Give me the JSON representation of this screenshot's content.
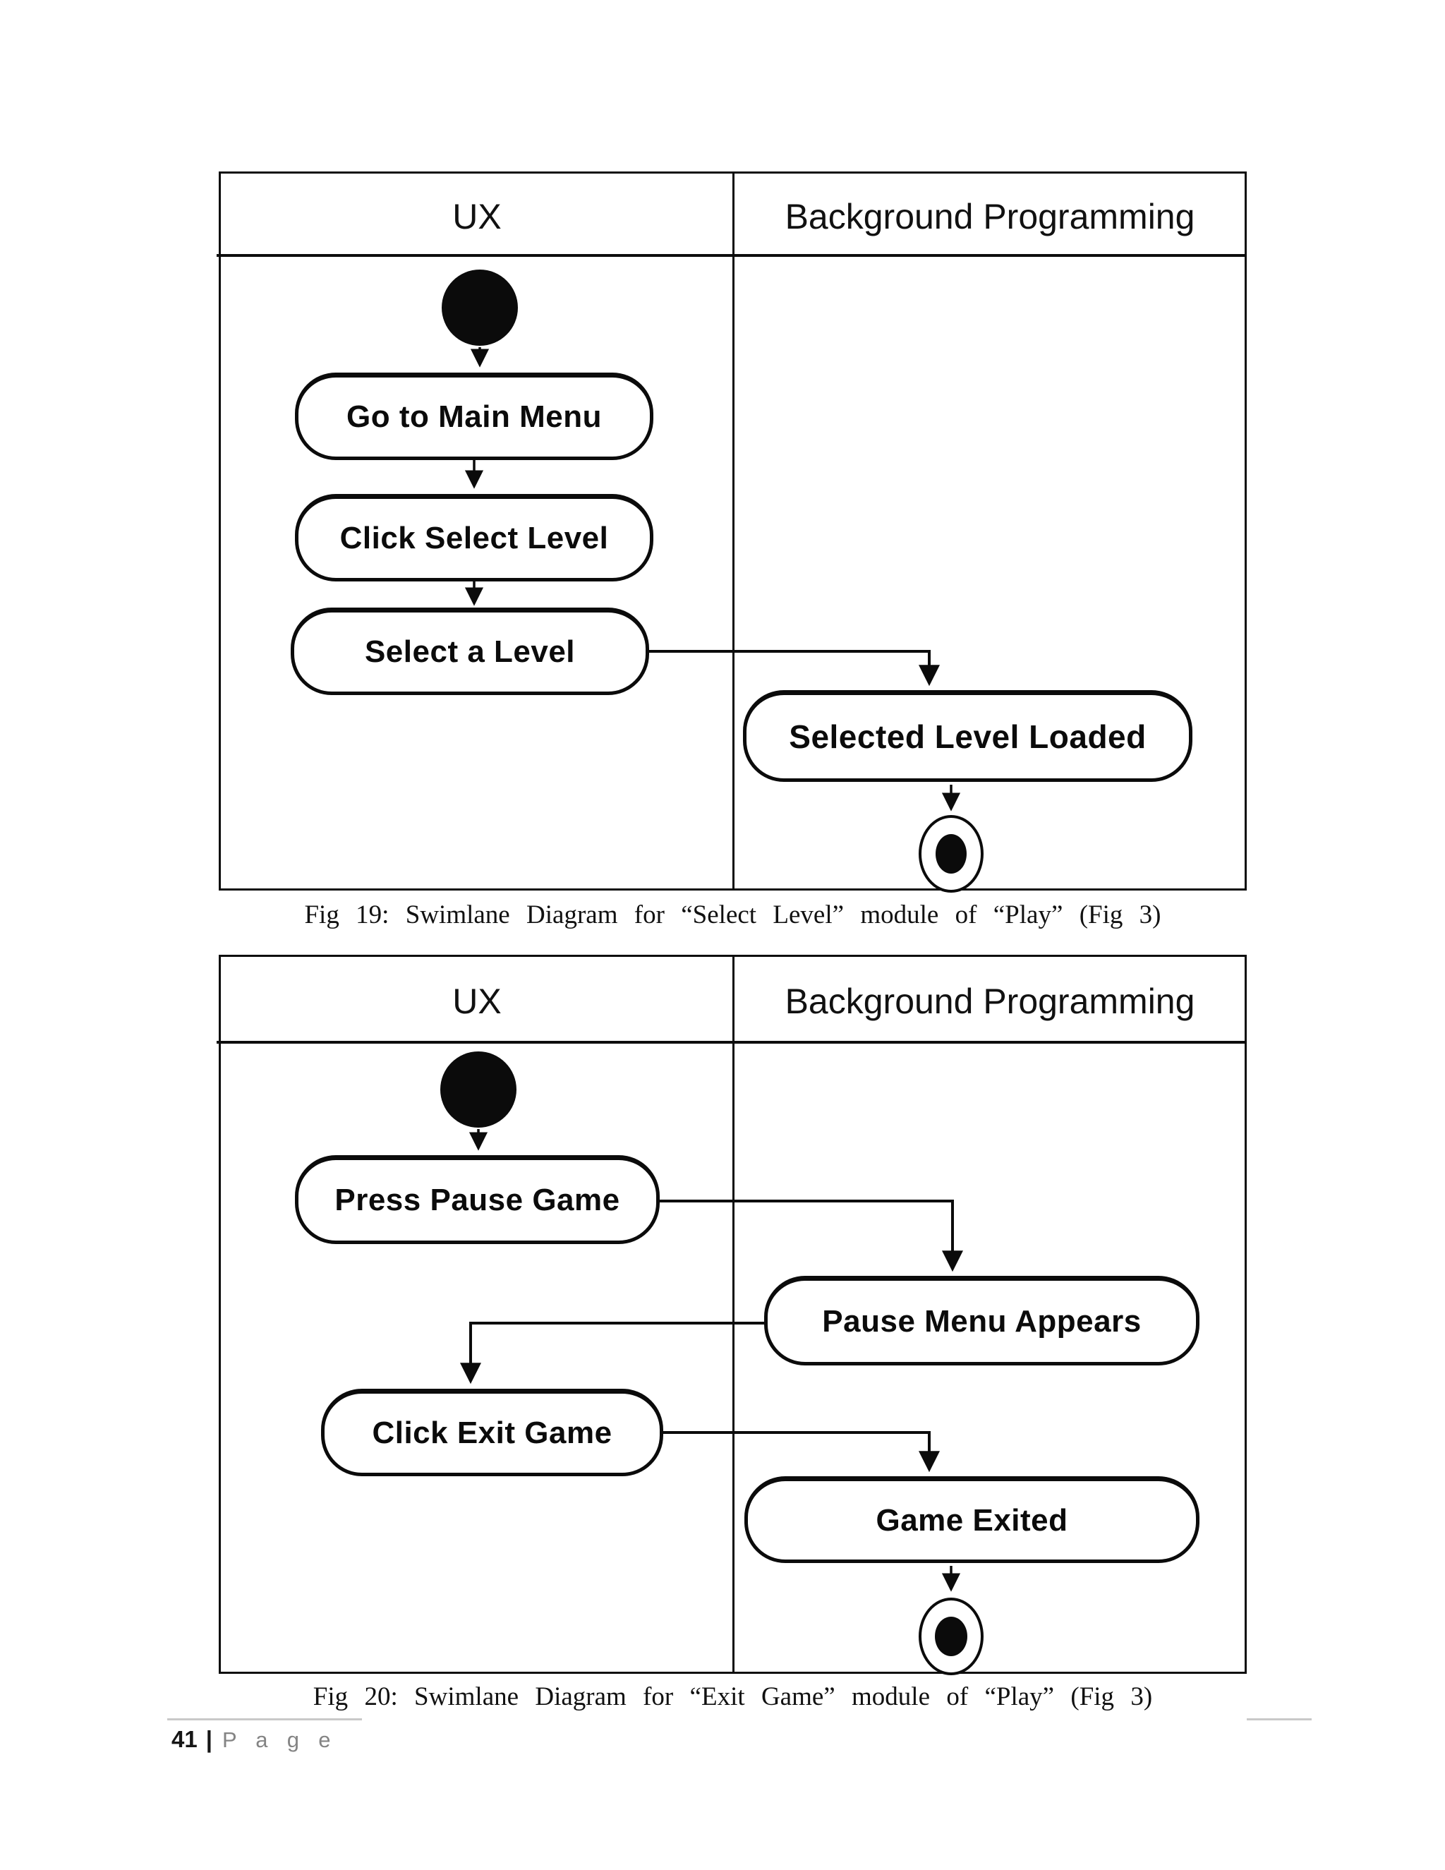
{
  "diagrams": [
    {
      "lane_left": "UX",
      "lane_right": "Background Programming",
      "boxes": {
        "b1": "Go to Main Menu",
        "b2": "Click Select Level",
        "b3": "Select a Level",
        "b4": "Selected Level Loaded"
      },
      "caption": "Fig 19: Swimlane Diagram for “Select Level” module of “Play” (Fig 3)"
    },
    {
      "lane_left": "UX",
      "lane_right": "Background Programming",
      "boxes": {
        "b1": "Press Pause Game",
        "b2": "Pause Menu Appears",
        "b3": "Click Exit Game",
        "b4": "Game Exited"
      },
      "caption": "Fig 20: Swimlane Diagram for “Exit Game” module of “Play” (Fig 3)"
    }
  ],
  "footer": {
    "page_number": "41",
    "separator": "|",
    "page_word": "P a g e"
  }
}
